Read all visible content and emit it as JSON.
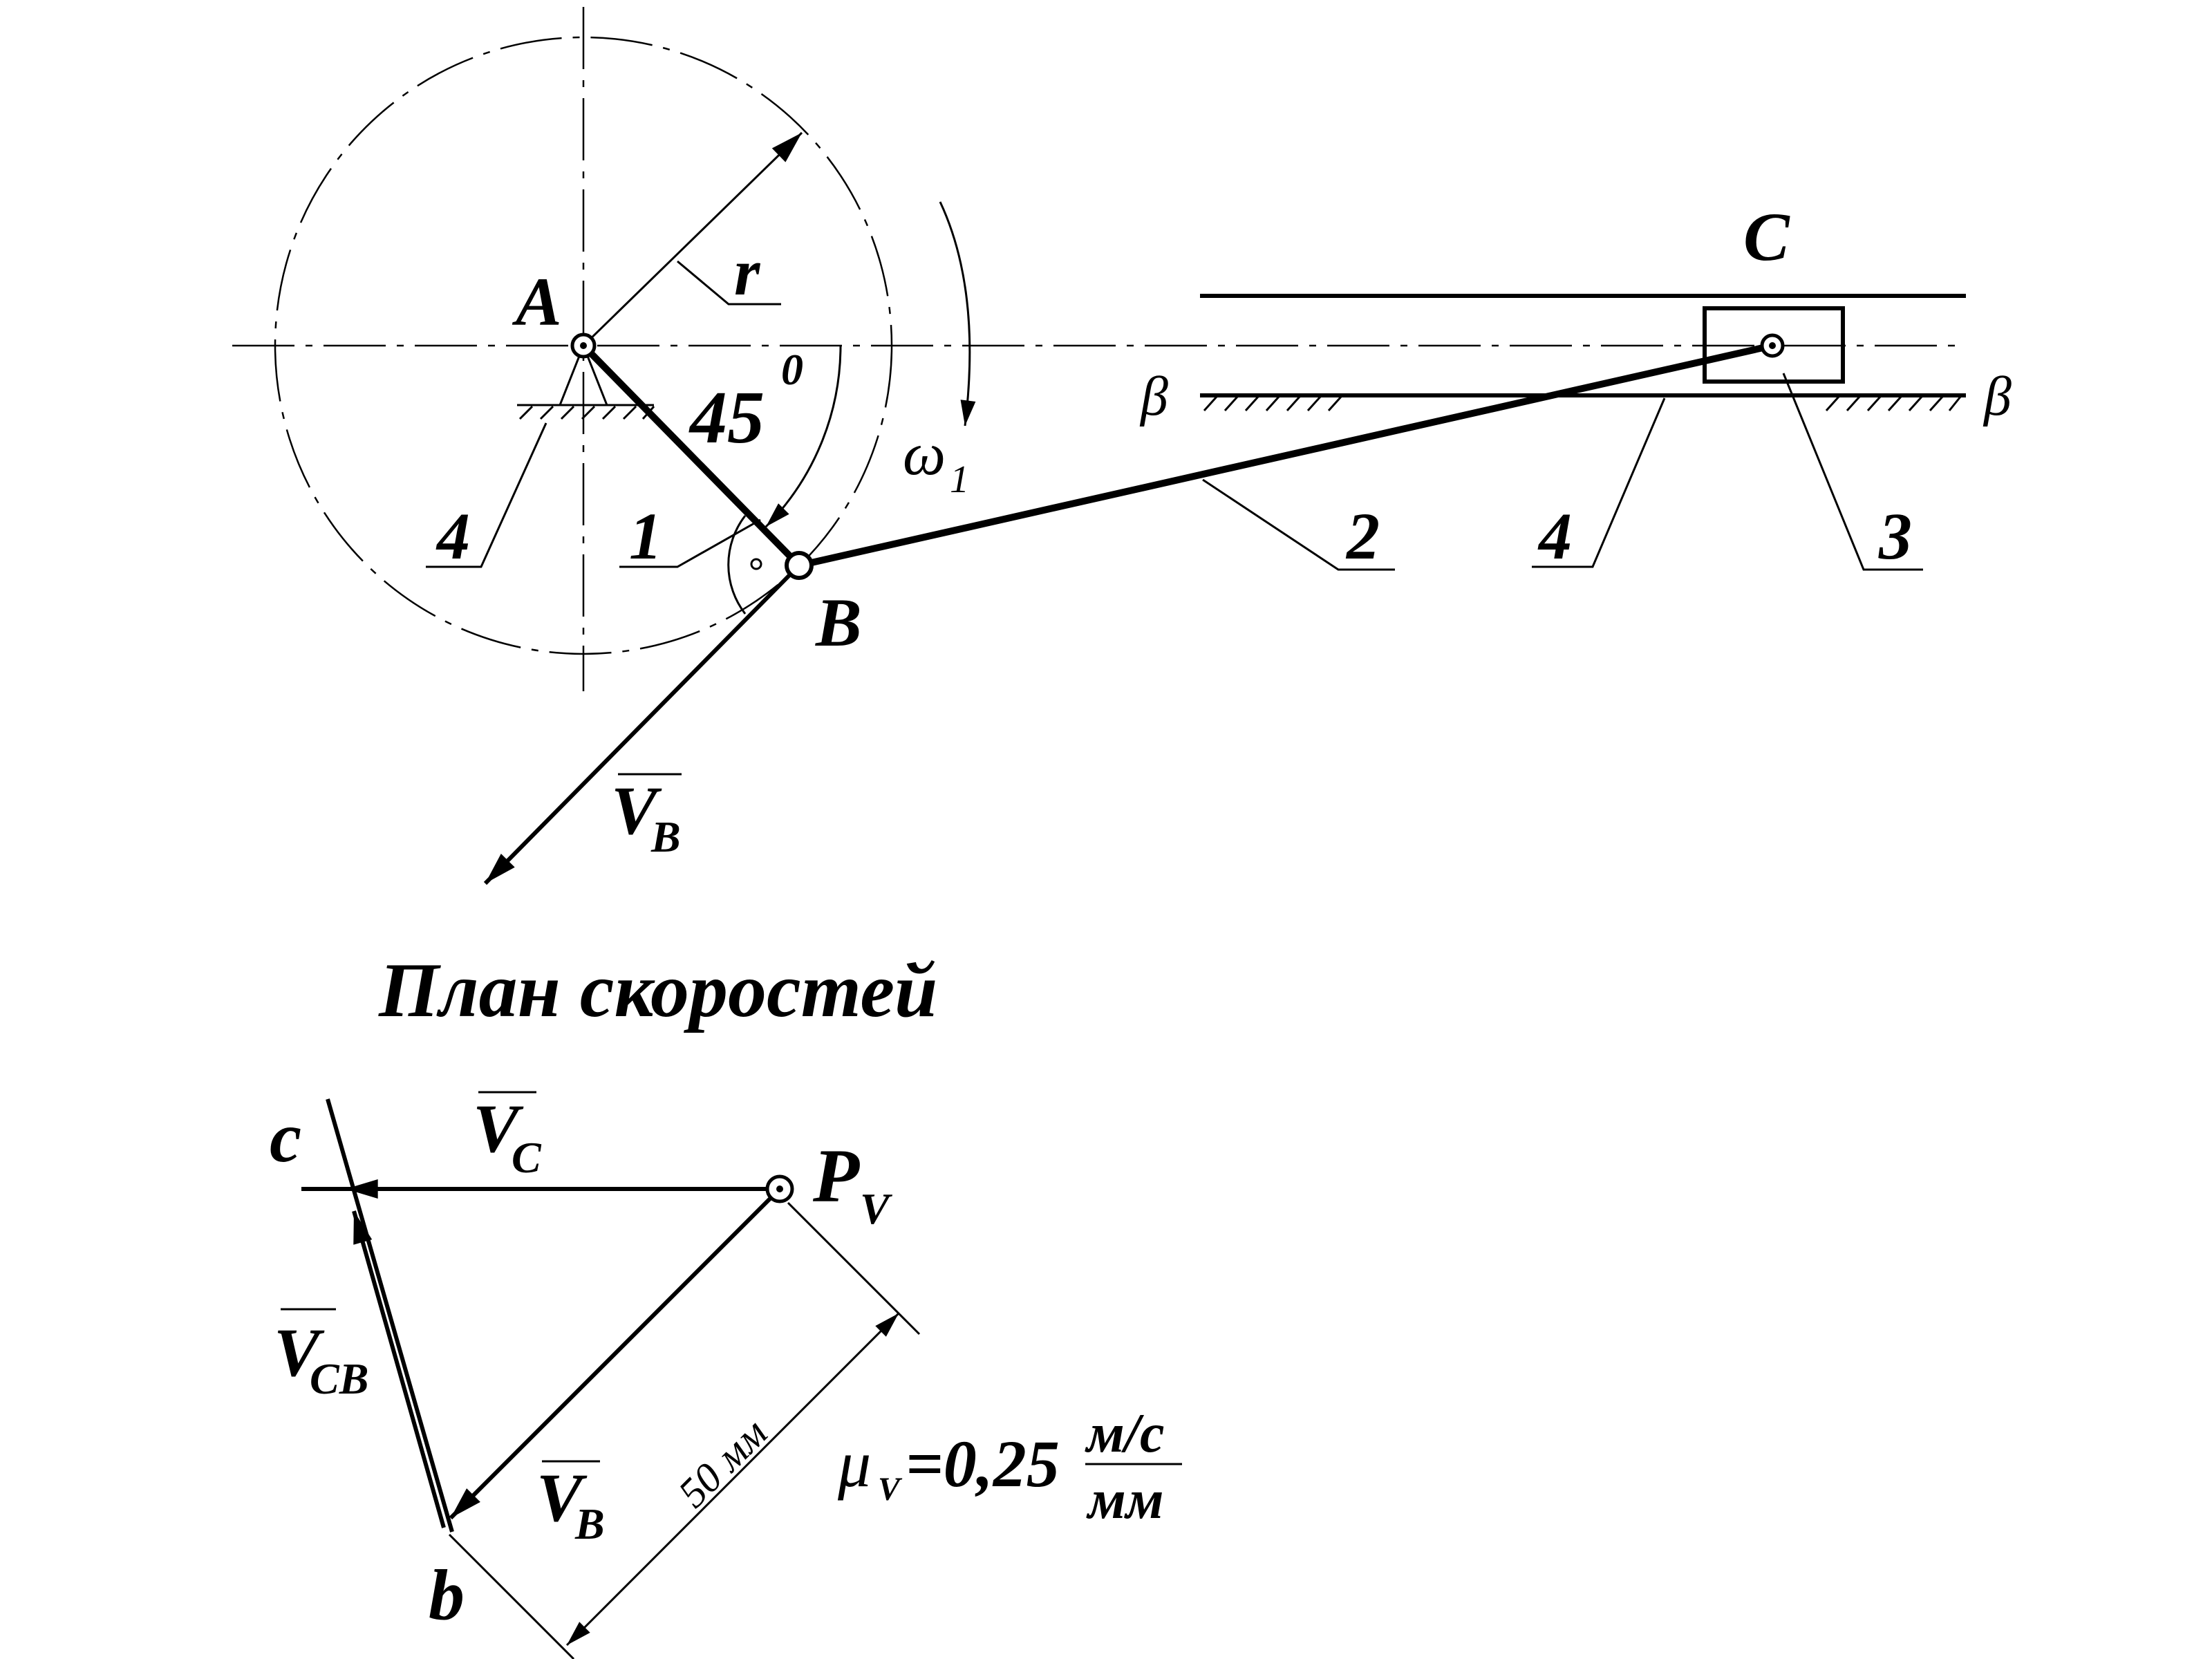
{
  "mechanism": {
    "points": {
      "A": "A",
      "B": "B",
      "C": "C"
    },
    "radius_label": "r",
    "angle_label": "45",
    "angle_superscript": "0",
    "omega": {
      "symbol": "ω",
      "subscript": "1"
    },
    "beta_left": "β",
    "beta_right": "β",
    "link_labels": {
      "crank": "1",
      "connecting_rod": "2",
      "slider": "3",
      "frame_left": "4",
      "frame_right": "4"
    },
    "vb_vector": {
      "symbol": "V",
      "subscript": "B"
    }
  },
  "velocity_plan": {
    "title": "План скоростей",
    "points": {
      "c": "c",
      "b": "b",
      "pole": "P",
      "pole_subscript": "V"
    },
    "vc": {
      "symbol": "V",
      "subscript": "C"
    },
    "vcb": {
      "symbol": "V",
      "subscript": "CB"
    },
    "vb": {
      "symbol": "V",
      "subscript": "B"
    },
    "dimension": "50 мм",
    "scale": {
      "symbol": "μ",
      "subscript": "V",
      "value": "=0,25",
      "numerator": "м/с",
      "denominator": "мм"
    }
  }
}
